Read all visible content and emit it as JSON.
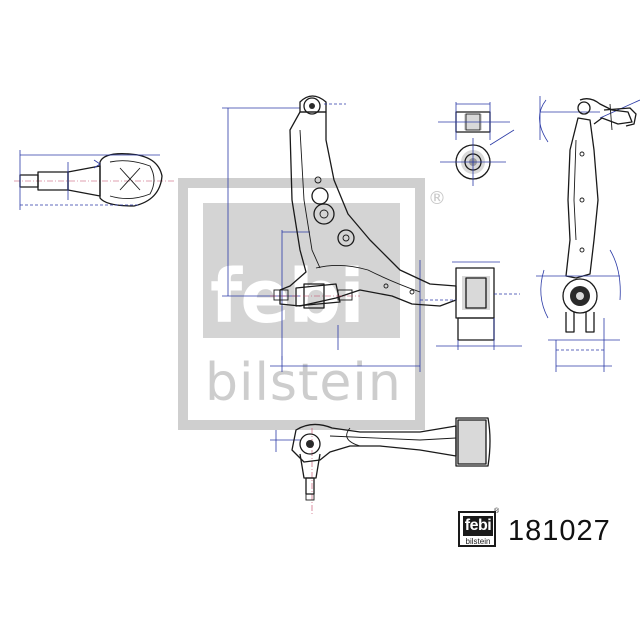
{
  "watermark": {
    "brand_mark": "febi",
    "brand_text": "bilstein",
    "registered_symbol": "®"
  },
  "badge": {
    "brand_mark": "febi",
    "brand_text": "bilstein",
    "registered_symbol": "®"
  },
  "part_number": "181027",
  "colors": {
    "outline": "#1a1a1a",
    "dimension": "#2b3aa6",
    "centerline": "#c04060",
    "watermark": "#cdcdcd"
  }
}
